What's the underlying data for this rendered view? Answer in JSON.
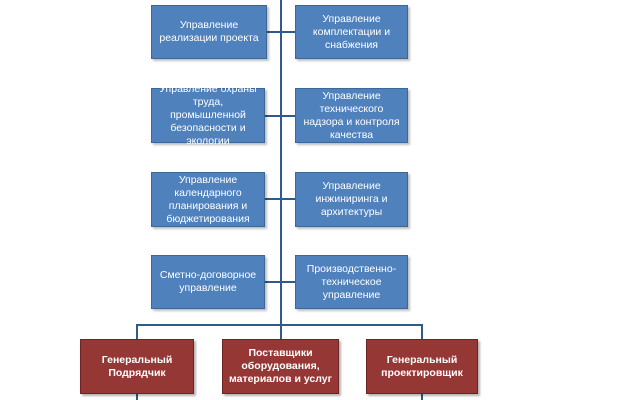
{
  "left_column": [
    {
      "label": "Управление реализации проекта"
    },
    {
      "label": "Управление охраны труда, промышленной безопасности и экологии"
    },
    {
      "label": "Управление календарного планирования и бюджетирования"
    },
    {
      "label": "Сметно-договорное управление"
    }
  ],
  "right_column": [
    {
      "label": "Управление комплектации и снабжения"
    },
    {
      "label": "Управление технического надзора и контроля качества"
    },
    {
      "label": "Управление инжиниринга и архитектуры"
    },
    {
      "label": "Производственно-техническое управление"
    }
  ],
  "bottom_row": [
    {
      "label": "Генеральный Подрядчик"
    },
    {
      "label": "Поставщики оборудования, материалов и услуг"
    },
    {
      "label": "Генеральный проектировщик"
    }
  ],
  "colors": {
    "blue_box": "#4f81bd",
    "red_box": "#953735",
    "connector": "#2e5b8a"
  }
}
